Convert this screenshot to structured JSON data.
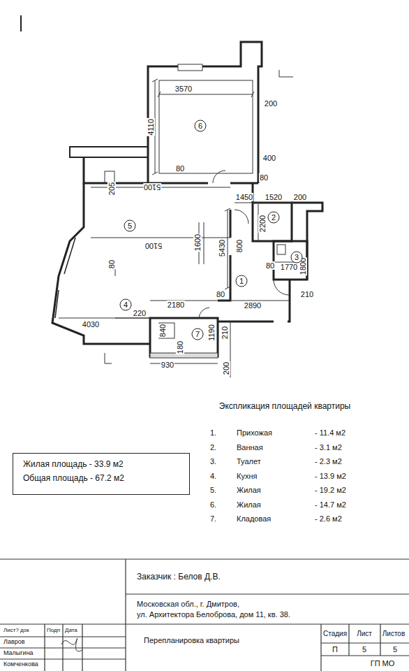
{
  "diagram": {
    "nodes": [
      {
        "text": [
          "Жилая площадь - 33.9 м2",
          "Общая площадь - 67.2 м2"
        ]
      }
    ],
    "labels": [
      "3570",
      "200",
      "4110",
      "80",
      "400",
      "80",
      "1450",
      "1520",
      "200",
      "205",
      "5100",
      "5100",
      "1600",
      "5430",
      "800",
      "2200",
      "80",
      "80",
      "1770",
      "1800",
      "210",
      "80",
      "2180",
      "2890",
      "220",
      "4030",
      "840",
      "180",
      "1190",
      "210",
      "930",
      "200",
      "6",
      "2",
      "5",
      "1",
      "3",
      "4",
      "7",
      "Экспликация площадей квартиры",
      "1.",
      "Прихожая",
      "- 11.4 м2",
      "2.",
      "Ванная",
      "- 3.1 м2",
      "3.",
      "Туалет",
      "- 2.3 м2",
      "4.",
      "Кухня",
      "- 13.9 м2",
      "5.",
      "Жилая",
      "- 19.2 м2",
      "6.",
      "Жилая",
      "- 14.7 м2",
      "7.",
      "Кладовая",
      "- 2.6 м2",
      "Заказчик : Белов Д.В.",
      "Московская обл., г. Дмитров,",
      "ул. Архитектора Белоброва, дом 11, кв. 38.",
      "Перепланировка квартиры",
      "Стадия",
      "Лист",
      "Листов",
      "П",
      "5",
      "5",
      "ГП МО",
      "Лист? док",
      "Подп",
      "Дата",
      "Лавров",
      "Малыгина",
      "Комченкова"
    ]
  }
}
